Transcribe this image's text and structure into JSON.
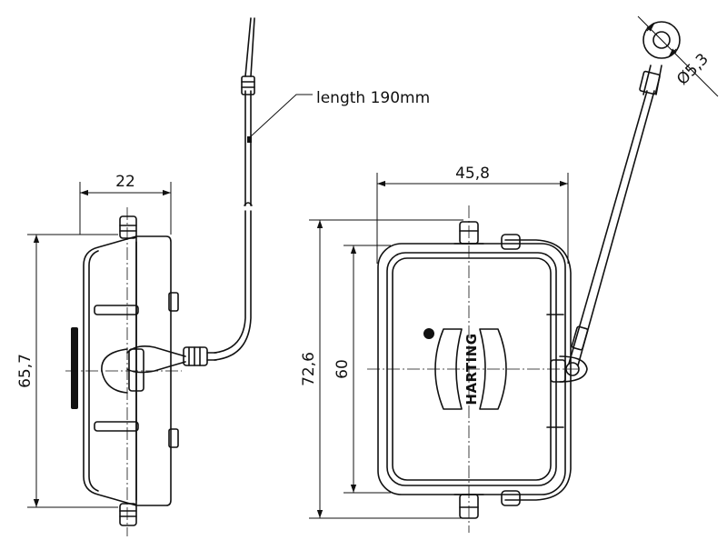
{
  "drawing": {
    "cable_note": "length 190mm",
    "side_view": {
      "width_dim": "22",
      "height_dim": "65,7"
    },
    "front_view": {
      "width_dim": "45,8",
      "outer_height_dim": "72,6",
      "inner_height_dim": "60",
      "logo": "HARTING"
    },
    "eyelet": {
      "hole_dim": "Ø5,3"
    }
  }
}
